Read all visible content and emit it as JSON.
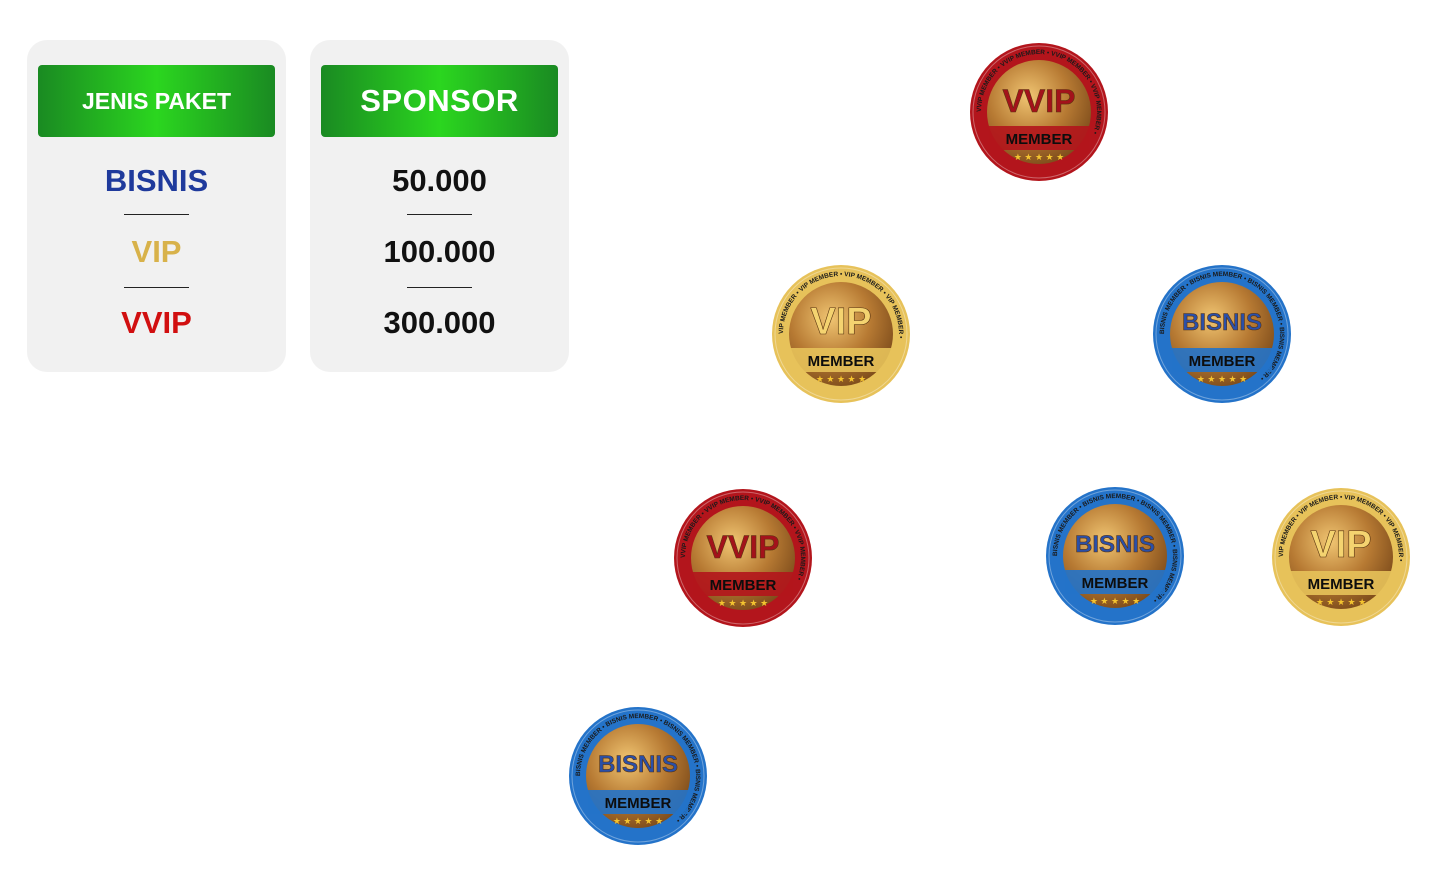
{
  "paket_card": {
    "header": "JENIS PAKET",
    "items": [
      {
        "label": "BISNIS",
        "color": "#1f3a9c"
      },
      {
        "label": "VIP",
        "color": "#d8b24a"
      },
      {
        "label": "VVIP",
        "color": "#d10f10"
      }
    ]
  },
  "sponsor_card": {
    "header": "SPONSOR",
    "values": [
      "50.000",
      "100.000",
      "300.000"
    ]
  },
  "badges": {
    "vvip": {
      "title": "VVIP",
      "subtitle": "MEMBER",
      "ring_text": "VVIP MEMBER",
      "ring_color": "#b3151c",
      "title_color": "#a3121b"
    },
    "vip": {
      "title": "VIP",
      "subtitle": "MEMBER",
      "ring_text": "VIP MEMBER",
      "ring_color": "#e7c25a",
      "title_color": "#f4d370"
    },
    "bisnis": {
      "title": "BISNIS",
      "subtitle": "MEMBER",
      "ring_text": "BISNIS MEMBER",
      "ring_color": "#2473c9",
      "title_color": "#2a4fa8"
    }
  }
}
